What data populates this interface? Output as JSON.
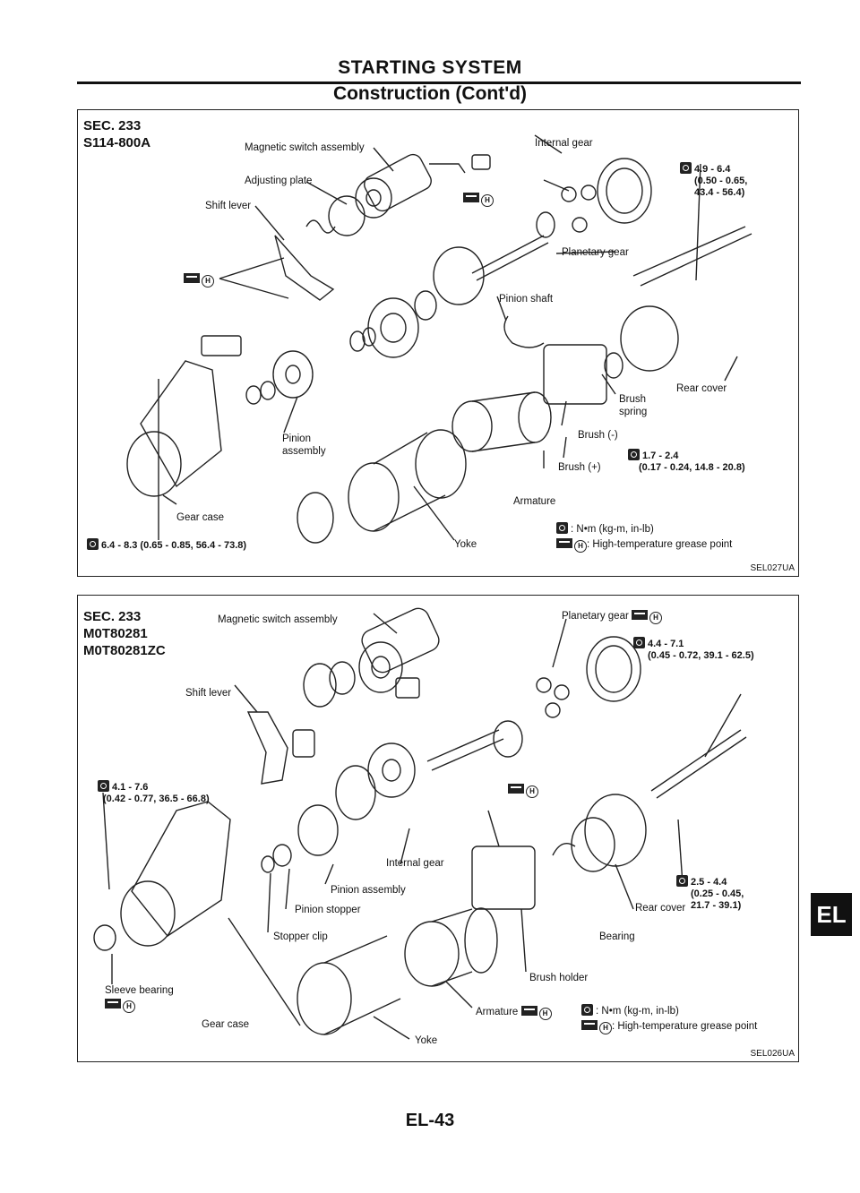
{
  "header": {
    "title": "STARTING SYSTEM",
    "subtitle": "Construction (Cont'd)"
  },
  "panel1": {
    "sec": "SEC. 233",
    "model": "S114-800A",
    "labels": {
      "magnetic_switch": "Magnetic switch assembly",
      "internal_gear": "Internal gear",
      "adjusting_plate": "Adjusting plate",
      "shift_lever": "Shift lever",
      "planetary_gear": "Planetary gear",
      "pinion_shaft": "Pinion shaft",
      "rear_cover": "Rear cover",
      "brush_spring": "Brush spring",
      "brush_neg": "Brush (-)",
      "brush_pos": "Brush (+)",
      "pinion_assembly": "Pinion assembly",
      "armature": "Armature",
      "gear_case": "Gear case",
      "yoke": "Yoke"
    },
    "torque_top_l1": "4.9 - 6.4",
    "torque_top_l2": "(0.50 - 0.65,",
    "torque_top_l3": "43.4 - 56.4)",
    "torque_mid_l1": "1.7 - 2.4",
    "torque_mid_l2": "(0.17 - 0.24, 14.8 - 20.8)",
    "torque_bottom": "6.4 - 8.3 (0.65 - 0.85, 56.4 - 73.8)",
    "legend_torque": ": N•m (kg-m, in-lb)",
    "legend_grease": ": High-temperature grease point",
    "code": "SEL027UA"
  },
  "panel2": {
    "sec": "SEC. 233",
    "model1": "M0T80281",
    "model2": "M0T80281ZC",
    "labels": {
      "magnetic_switch": "Magnetic switch assembly",
      "planetary_gear": "Planetary gear",
      "shift_lever": "Shift lever",
      "internal_gear": "Internal gear",
      "pinion_assembly": "Pinion assembly",
      "pinion_stopper": "Pinion stopper",
      "stopper_clip": "Stopper clip",
      "rear_cover": "Rear cover",
      "bearing": "Bearing",
      "brush_holder": "Brush holder",
      "sleeve_bearing": "Sleeve bearing",
      "gear_case": "Gear case",
      "armature": "Armature",
      "yoke": "Yoke"
    },
    "torque_top_l1": "4.4 - 7.1",
    "torque_top_l2": "(0.45 - 0.72, 39.1 - 62.5)",
    "torque_left_l1": "4.1 - 7.6",
    "torque_left_l2": "(0.42 - 0.77, 36.5 - 66.8)",
    "torque_right_l1": "2.5 - 4.4",
    "torque_right_l2": "(0.25 - 0.45,",
    "torque_right_l3": "21.7 - 39.1)",
    "legend_torque": ": N•m (kg-m, in-lb)",
    "legend_grease": ": High-temperature grease point",
    "code": "SEL026UA"
  },
  "tab": "EL",
  "page_number": "EL-43",
  "icons": {
    "torque": "torque-wrench-icon",
    "grease": "grease-icon",
    "h_mark": "H"
  }
}
